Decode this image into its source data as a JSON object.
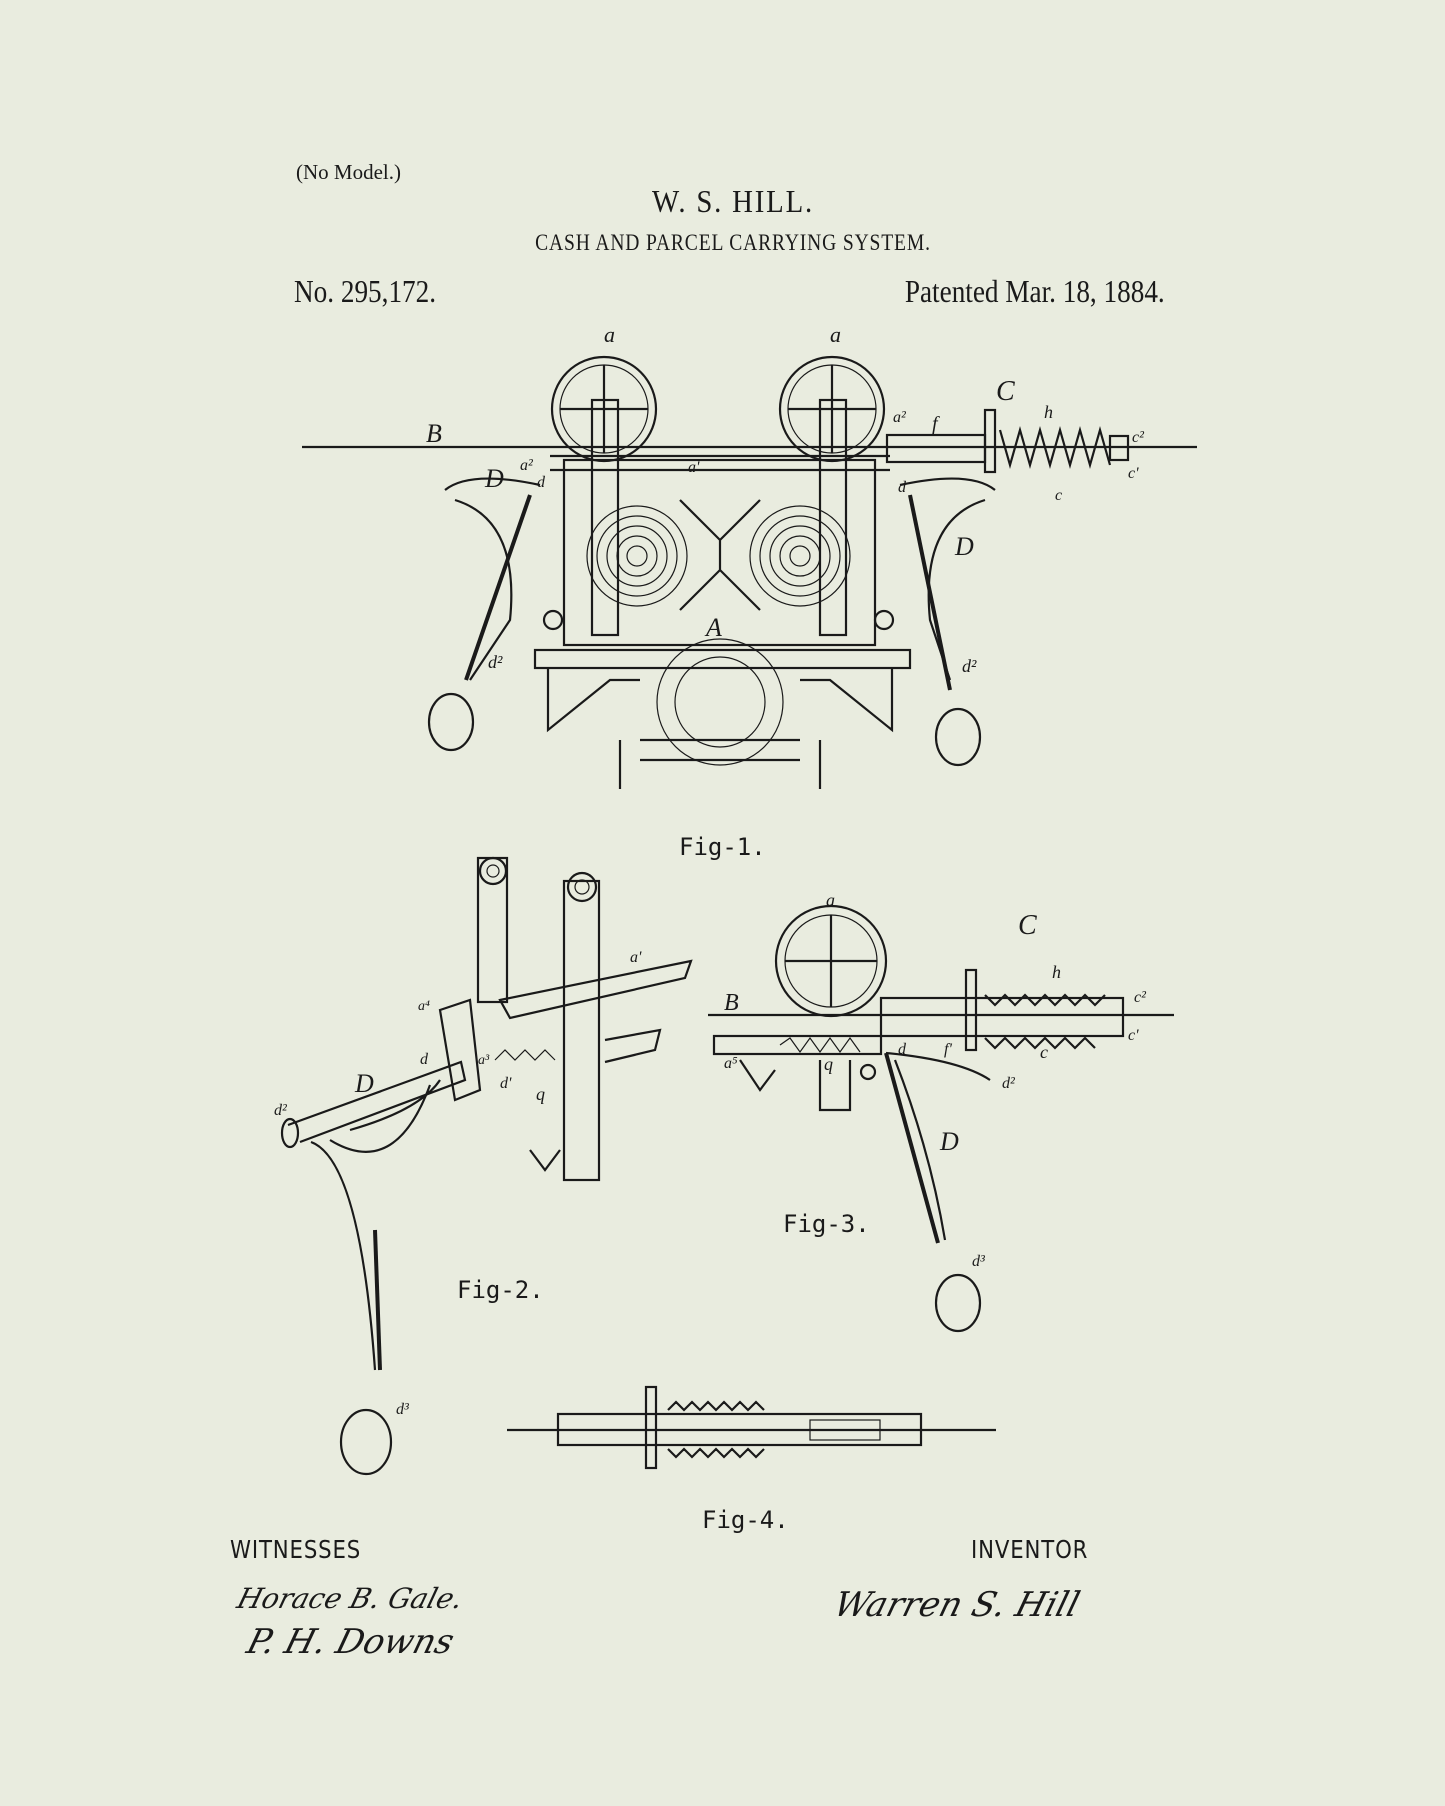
{
  "header": {
    "no_model": "(No Model.)",
    "inventor": "W. S. HILL.",
    "title": "CASH AND PARCEL CARRYING SYSTEM.",
    "patent_number": "No. 295,172.",
    "patent_date": "Patented Mar. 18, 1884."
  },
  "figures": [
    {
      "label": "Fig-1.",
      "parts": [
        "a",
        "a",
        "B",
        "C",
        "D",
        "D",
        "A",
        "d²",
        "d²",
        "f",
        "h",
        "c²",
        "c'",
        "c",
        "a'",
        "a²",
        "a²",
        "d",
        "d"
      ]
    },
    {
      "label": "Fig-2.",
      "parts": [
        "a'",
        "D",
        "d²",
        "d³",
        "a³",
        "q",
        "d'",
        "a⁴",
        "d"
      ]
    },
    {
      "label": "Fig-3.",
      "parts": [
        "a",
        "C",
        "B",
        "h",
        "c²",
        "c'",
        "c",
        "D",
        "d²",
        "d³",
        "q",
        "a⁵",
        "f'",
        "d"
      ]
    },
    {
      "label": "Fig-4."
    }
  ],
  "footer": {
    "witnesses_label": "WITNESSES",
    "inventor_label": "INVENTOR",
    "witness_signatures": [
      "Horace B. Gale.",
      "P. H. Downs"
    ],
    "inventor_signature": "Warren S. Hill"
  }
}
